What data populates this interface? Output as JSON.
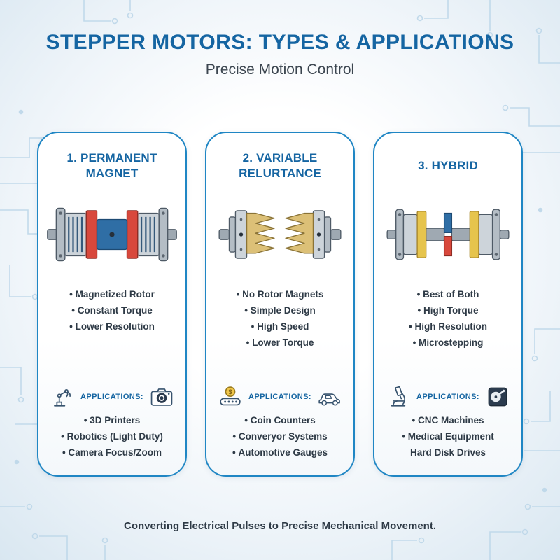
{
  "header": {
    "title": "STEPPER MOTORS: TYPES & APPLICATIONS",
    "subtitle": "Precise Motion Control"
  },
  "cards": [
    {
      "title": "1. PERMANENT MAGNET",
      "features": [
        "Magnetized Rotor",
        "Constant Torque",
        "Lower Resolution"
      ],
      "applications_label": "APPLICATIONS:",
      "icons": {
        "left": "robot-arm",
        "right": "camera"
      },
      "applications": [
        "3D Printers",
        "Robotics (Light Duty)",
        "Camera Focus/Zoom"
      ]
    },
    {
      "title": "2. VARIABLE RELURTANCE",
      "features": [
        "No Rotor Magnets",
        "Simple Design",
        "High Speed",
        "Lower Torque"
      ],
      "applications_label": "APPLICATIONS:",
      "icons": {
        "left": "coin-counter",
        "right": "car",
        "coin_symbol": "$"
      },
      "applications": [
        "Coin Counters",
        "Converyor Systems",
        "Automotive Gauges"
      ]
    },
    {
      "title": "3. HYBRID",
      "features": [
        "Best of Both",
        "High Torque",
        "High Resolution",
        "Microstepping"
      ],
      "applications_label": "APPLICATIONS:",
      "icons": {
        "left": "microscope",
        "right": "hard-disk"
      },
      "applications": [
        "CNC Machines",
        "Medical Equipment",
        "Hard Disk Drives"
      ]
    }
  ],
  "footer": {
    "text": "Converting Electrical Pulses to Precise Mechanical Movement."
  },
  "colors": {
    "accent": "#1565a2",
    "card-border": "#1f86c4",
    "text-dark": "#2e3a46",
    "motor-red": "#d8483c",
    "motor-blue": "#2f6ea5",
    "motor-yellow": "#e6c44d",
    "motor-tan": "#dcc077",
    "icon-stroke": "#37536e",
    "circuit-line": "#bdd7e9"
  }
}
